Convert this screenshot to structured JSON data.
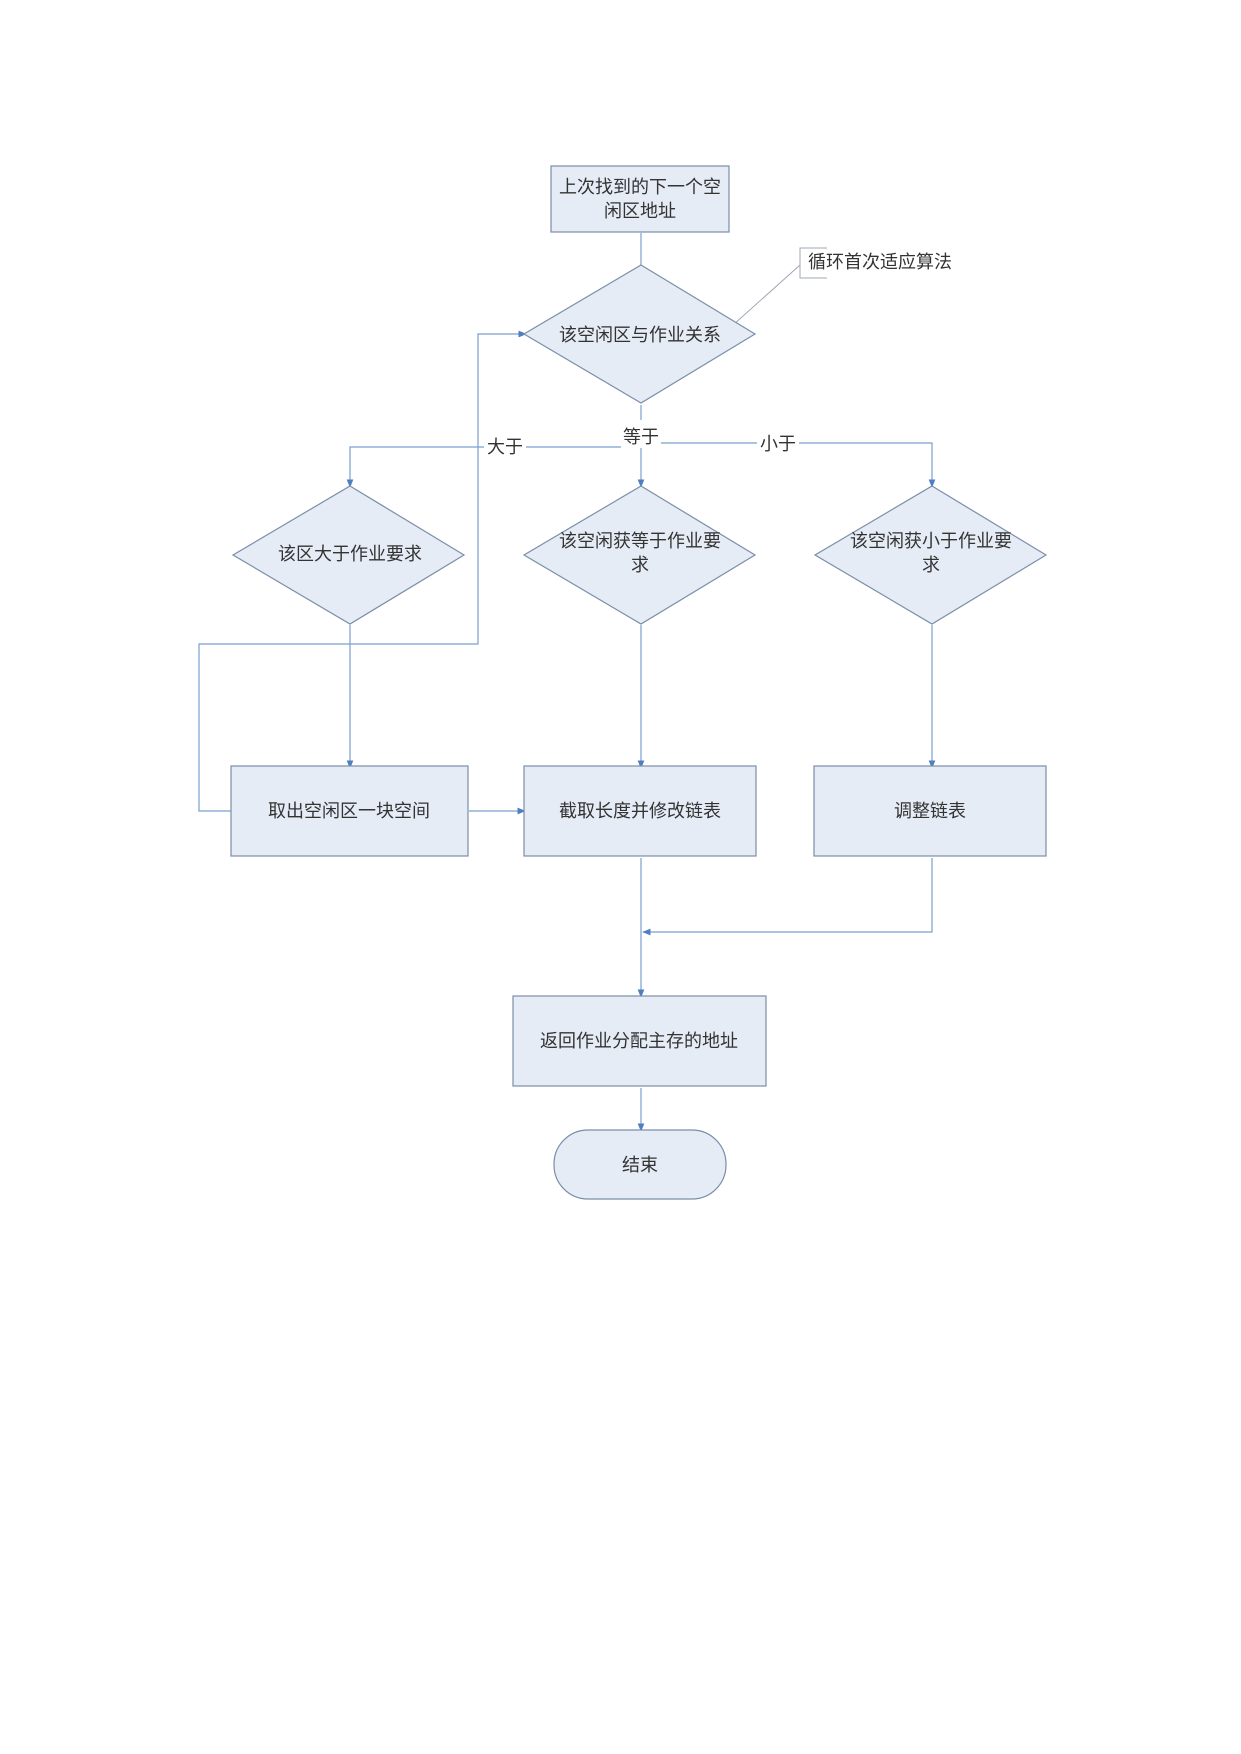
{
  "nodes": {
    "start": {
      "lines": [
        "上次找到的下一个空",
        "闲区地址"
      ]
    },
    "decision_relation": {
      "lines": [
        "该空闲区与作业关系"
      ]
    },
    "decision_greater": {
      "lines": [
        "该区大于作业要求"
      ]
    },
    "decision_equal": {
      "lines": [
        "该空闲获等于作业要",
        "求"
      ]
    },
    "decision_less": {
      "lines": [
        "该空闲获小于作业要",
        "求"
      ]
    },
    "take_block": {
      "lines": [
        "取出空闲区一块空间"
      ]
    },
    "truncate": {
      "lines": [
        "截取长度并修改链表"
      ]
    },
    "adjust": {
      "lines": [
        "调整链表"
      ]
    },
    "return_addr": {
      "lines": [
        "返回作业分配主存的地址"
      ]
    },
    "end": {
      "lines": [
        "结束"
      ]
    }
  },
  "edge_labels": {
    "greater": "大于",
    "equal": "等于",
    "less": "小于"
  },
  "callout": {
    "text": "循环首次适应算法"
  },
  "colors": {
    "node_fill": "#e6ecf6",
    "node_stroke": "#7b8ea8",
    "edge": "#7aa0d0",
    "text": "#333333"
  }
}
